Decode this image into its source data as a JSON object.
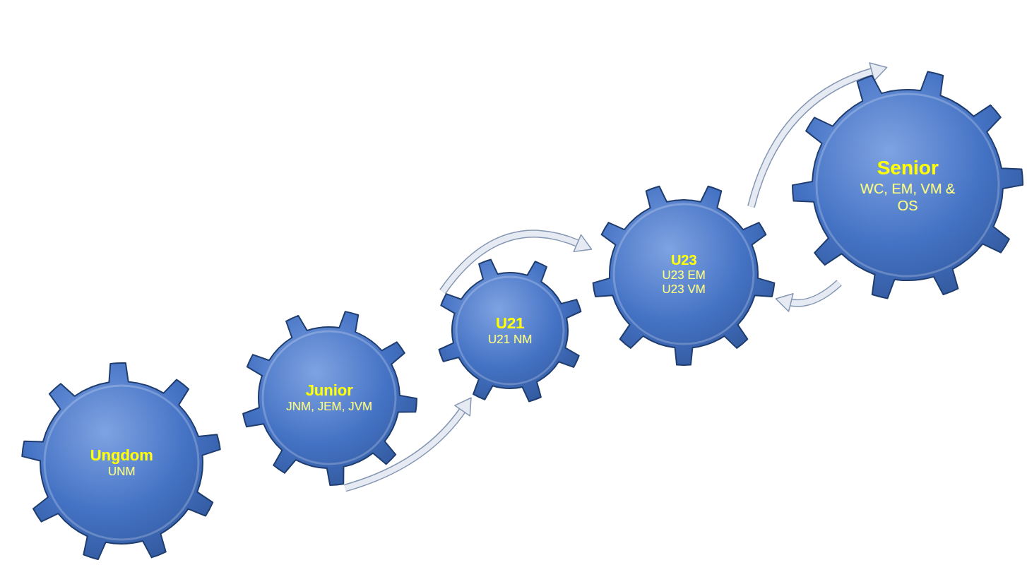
{
  "diagram": {
    "nodes": [
      {
        "text": [
          "Ungdom",
          "UNM"
        ]
      },
      {
        "text": [
          "Junior",
          "JNM, JEM, JVM"
        ]
      },
      {
        "text": [
          "U21",
          "U21 NM"
        ]
      },
      {
        "text": [
          "U23",
          "U23 EM U23 VM"
        ]
      },
      {
        "text": [
          "Senior",
          "WC, EM, VM & OS"
        ]
      }
    ],
    "edges": [
      {
        "from": 1,
        "to": 2,
        "arrow": "to"
      },
      {
        "from": 2,
        "to": 3,
        "arrow": "to"
      },
      {
        "from": 3,
        "to": 4,
        "arrow": "to"
      },
      {
        "from": 4,
        "to": 3,
        "arrow": "to"
      }
    ]
  }
}
